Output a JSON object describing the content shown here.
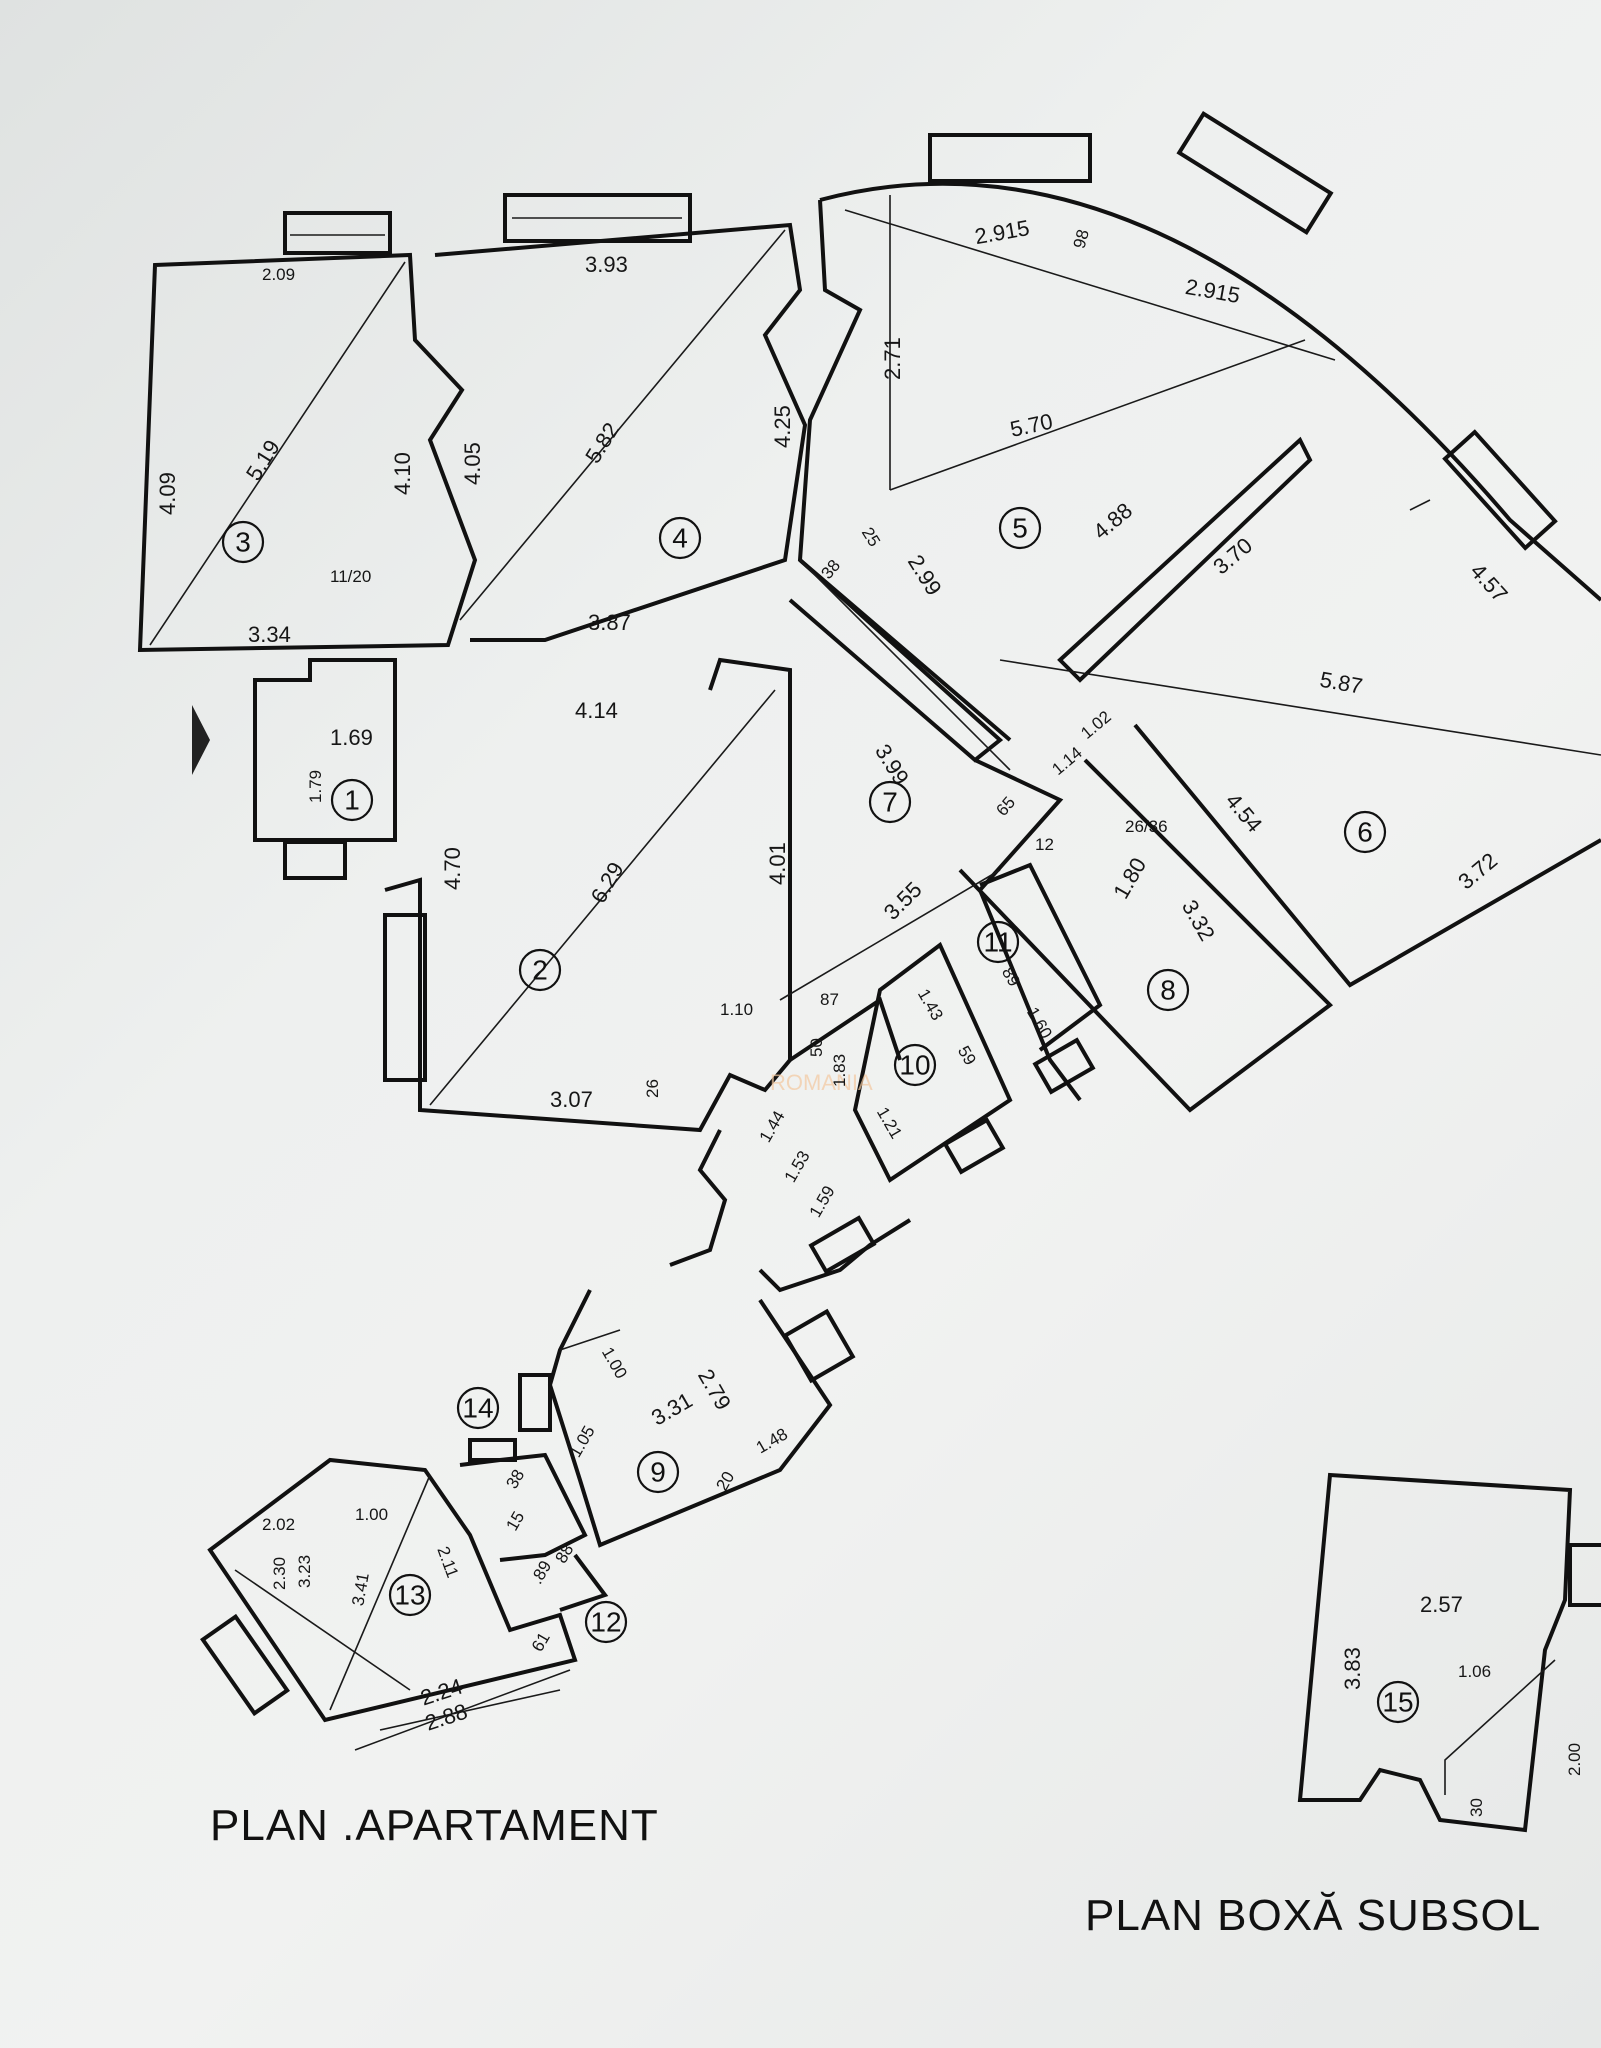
{
  "captions": {
    "apartment": "PLAN .APARTAMENT",
    "storage": "PLAN BOXĂ SUBSOL"
  },
  "rooms": [
    "1",
    "2",
    "3",
    "4",
    "5",
    "6",
    "7",
    "8",
    "9",
    "10",
    "11",
    "12",
    "13",
    "14",
    "15"
  ],
  "dimensions": {
    "r3_top": "2.09",
    "r3_left": "4.09",
    "r3_diag": "5.19",
    "r3_right": "4.10",
    "r3_bottom": "3.34",
    "door_1120": "11/20",
    "r4_top": "3.93",
    "r4_diag": "5.82",
    "r4_left": "4.05",
    "r4_mid": "3.87",
    "r4_bottom": "4.14",
    "r4_right": "4.25",
    "r5_top1": "2.915",
    "r5_top2": "2.915",
    "r5_angle": "98",
    "r5_diag": "5.70",
    "r5_vert": "2.71",
    "r5_in": "4.88",
    "r5_wall": "3.70",
    "r5_left": "2.99",
    "r5_small": "25",
    "r6_diag": "5.87",
    "r6_right": "4.57",
    "r6_bottom": "3.72",
    "r6_left": "4.54",
    "r6_door": "1.02",
    "r1_w": "1.69",
    "r1_h": "1.79",
    "r2_diag": "6.29",
    "r2_right": "4.01",
    "r2_left": "4.70",
    "r2_bottom": "3.07",
    "r2_small": "26",
    "r7_diag": "3.99",
    "r7_w": "3.55",
    "r7_a": "1.14",
    "r7_b": "65",
    "r7_c": "12",
    "r7_d": "38",
    "r8_a": "26/36",
    "r8_b": "1.80",
    "r8_c": "3.32",
    "r11_a": "89",
    "r11_b": "1.60",
    "r10_a": "1.43",
    "r10_b": "1.21",
    "r10_c": "59",
    "hall_a": "1.10",
    "hall_b": "87",
    "hall_c": "50",
    "hall_d": "1.83",
    "hall_e": "1.44",
    "hall_f": "1.53",
    "hall_g": "1.59",
    "r9_a": "1.00",
    "r9_b": "3.31",
    "r9_c": "2.79",
    "r9_d": "1.05",
    "r9_e": "1.48",
    "r9_f": "20",
    "r14_a": "38",
    "r14_b": "15",
    "r12_a": ".89",
    "r12_b": "88",
    "r12_c": "61",
    "r13_a": "2.02",
    "r13_b": "1.00",
    "r13_c": "2.11",
    "r13_d": "2.30",
    "r13_e": "3.23",
    "r13_f": "3.41",
    "r13_g": "2.24",
    "r13_h": "2.88",
    "r15_a": "2.57",
    "r15_b": "3.83",
    "r15_c": "1.06",
    "r15_d": "2.00",
    "r15_e": "30"
  }
}
